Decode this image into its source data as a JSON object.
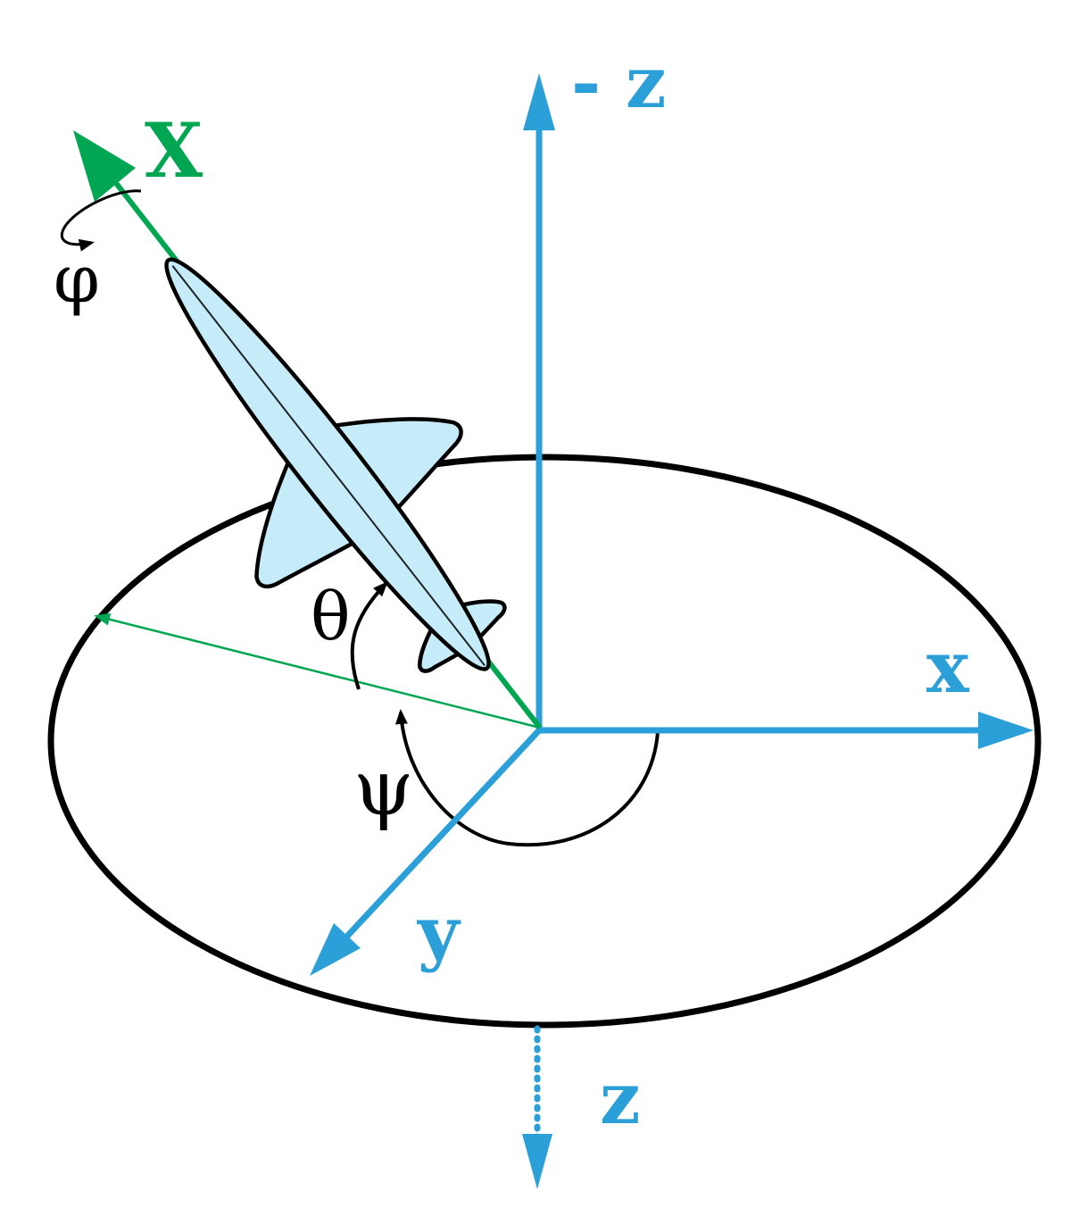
{
  "diagram": {
    "description": "Aircraft Euler angles diagram: yaw, pitch and roll about body axis X relative to reference frame x, y, z",
    "colors": {
      "axis": "#2B9FD8",
      "body_axis": "#00A651",
      "ink": "#000000",
      "plane_fill": "#C7ECF9"
    },
    "labels": {
      "neg_z": "- z",
      "x": "x",
      "y": "y",
      "z": "z",
      "body_x": "X",
      "roll_phi": "φ",
      "pitch_theta": "θ",
      "yaw_psi": "ψ"
    }
  }
}
